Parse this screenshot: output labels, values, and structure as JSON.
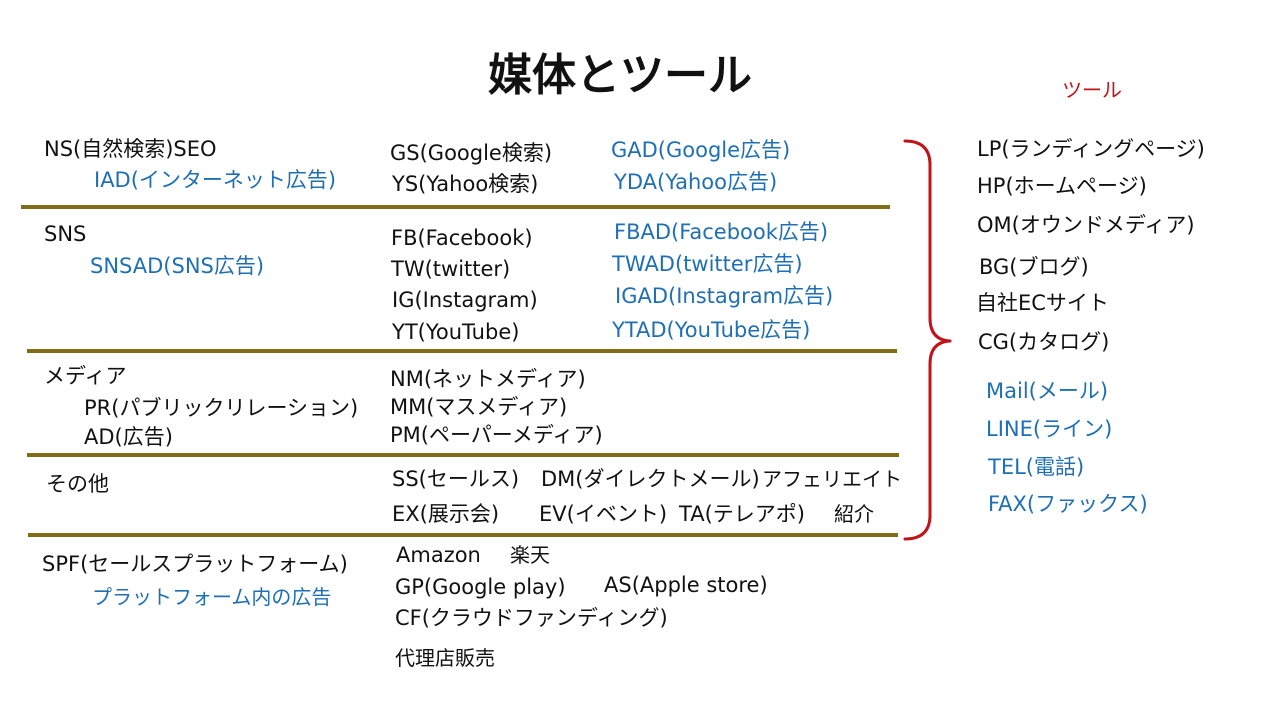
{
  "title": "媒体とツール",
  "tools_heading": "ツール",
  "sections": [
    {
      "left": [
        "NS(自然検索)SEO",
        "IAD(インターネット広告)"
      ],
      "mid": [
        "GS(Google検索)",
        "YS(Yahoo検索)"
      ],
      "right": [
        "GAD(Google広告)",
        "YDA(Yahoo広告)"
      ]
    },
    {
      "left": [
        "SNS",
        "SNSAD(SNS広告)"
      ],
      "mid": [
        "FB(Facebook)",
        "TW(twitter)",
        "IG(Instagram)",
        "YT(YouTube)"
      ],
      "right": [
        "FBAD(Facebook広告)",
        "TWAD(twitter広告)",
        "IGAD(Instagram広告)",
        "YTAD(YouTube広告)"
      ]
    },
    {
      "left": [
        "メディア",
        "PR(パブリックリレーション)",
        "AD(広告)"
      ],
      "mid": [
        "NM(ネットメディア)",
        "MM(マスメディア)",
        "PM(ペーパーメディア)"
      ]
    },
    {
      "left": [
        "その他"
      ],
      "mid": [
        "SS(セールス)",
        "DM(ダイレクトメール)",
        "アフェリエイト",
        "EX(展示会)",
        "EV(イベント)",
        "TA(テレアポ)",
        "紹介"
      ]
    },
    {
      "left": [
        "SPF(セールスプラットフォーム)",
        "プラットフォーム内の広告"
      ],
      "mid": [
        "Amazon",
        "楽天",
        "GP(Google play)",
        "AS(Apple store)",
        "CF(クラウドファンディング)",
        "代理店販売"
      ]
    }
  ],
  "tools": [
    "LP(ランディングページ)",
    "HP(ホームページ)",
    "OM(オウンドメディア)",
    "BG(ブログ)",
    "自社ECサイト",
    "CG(カタログ)"
  ],
  "contact_tools": [
    "Mail(メール)",
    "LINE(ライン)",
    "TEL(電話)",
    "FAX(ファックス)"
  ],
  "colors": {
    "blue_text": "#1f6fb5",
    "red_text": "#c0141b",
    "divider": "#7f6e16",
    "brace": "#c0141b"
  }
}
